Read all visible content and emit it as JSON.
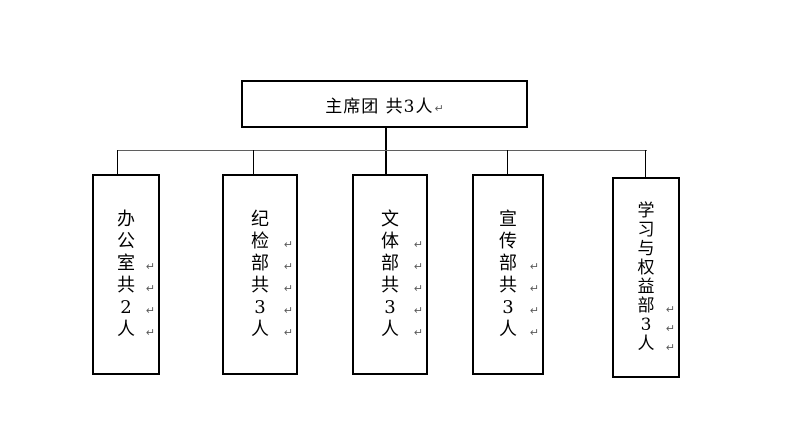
{
  "org_chart": {
    "paragraph_mark_glyph": "↵",
    "root": {
      "label": "主席团 共3人"
    },
    "departments": [
      {
        "name": "办公室共2人",
        "lines": [
          {
            "ch": "办",
            "mark": false
          },
          {
            "ch": "公",
            "mark": false
          },
          {
            "ch": "室",
            "mark": true
          },
          {
            "ch": "共",
            "mark": true
          },
          {
            "ch": "2",
            "mark": true
          },
          {
            "ch": "人",
            "mark": true
          }
        ]
      },
      {
        "name": "纪检部共3人",
        "lines": [
          {
            "ch": "纪",
            "mark": false
          },
          {
            "ch": "检",
            "mark": true
          },
          {
            "ch": "部",
            "mark": true
          },
          {
            "ch": "共",
            "mark": true
          },
          {
            "ch": "3",
            "mark": true
          },
          {
            "ch": "人",
            "mark": true
          }
        ]
      },
      {
        "name": "文体部共3人",
        "lines": [
          {
            "ch": "文",
            "mark": false
          },
          {
            "ch": "体",
            "mark": true
          },
          {
            "ch": "部",
            "mark": true
          },
          {
            "ch": "共",
            "mark": true
          },
          {
            "ch": "3",
            "mark": true
          },
          {
            "ch": "人",
            "mark": true
          }
        ]
      },
      {
        "name": "宣传部共3人",
        "lines": [
          {
            "ch": "宣",
            "mark": false
          },
          {
            "ch": "传",
            "mark": false
          },
          {
            "ch": "部",
            "mark": true
          },
          {
            "ch": "共",
            "mark": true
          },
          {
            "ch": "3",
            "mark": true
          },
          {
            "ch": "人",
            "mark": true
          }
        ]
      },
      {
        "name": "学习与权益部3人",
        "lines": [
          {
            "ch": "学",
            "mark": false
          },
          {
            "ch": "习",
            "mark": false
          },
          {
            "ch": "与",
            "mark": false
          },
          {
            "ch": "权",
            "mark": false
          },
          {
            "ch": "益",
            "mark": false
          },
          {
            "ch": "部",
            "mark": true
          },
          {
            "ch": "3",
            "mark": true
          },
          {
            "ch": "人",
            "mark": true
          }
        ]
      }
    ],
    "colors": {
      "box_border": "#000000",
      "connector": "#000000",
      "connector_rail": "#5f5f5f",
      "paragraph_mark": "#5a5a5a",
      "background": "#ffffff"
    }
  }
}
